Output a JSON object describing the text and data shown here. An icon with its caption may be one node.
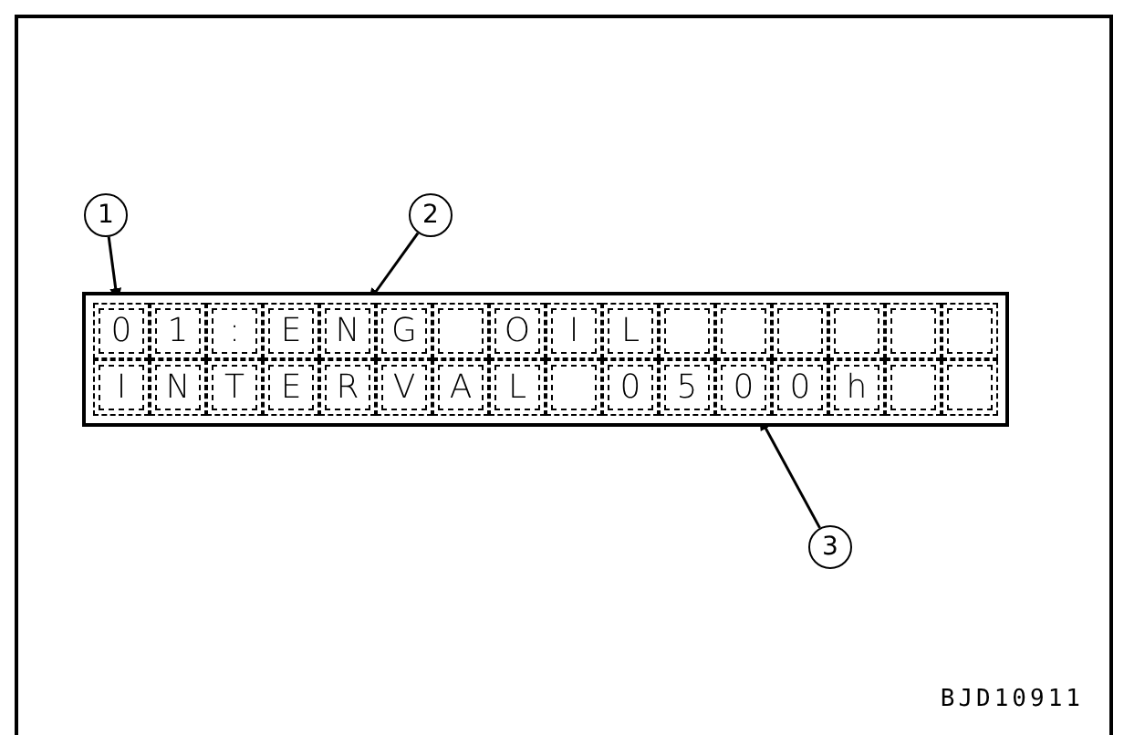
{
  "diagram": {
    "nodes": [
      {
        "text": [
          "1"
        ]
      },
      {
        "text": [
          "2"
        ]
      },
      {
        "text": [],
        "shape": "box"
      },
      {
        "text": [
          "0"
        ],
        "in": 2
      },
      {
        "text": [
          "1"
        ],
        "in": 2
      },
      {
        "text": [
          ":"
        ],
        "in": 2
      },
      {
        "text": [
          "E"
        ],
        "in": 2
      },
      {
        "text": [
          "N"
        ],
        "in": 2
      },
      {
        "text": [
          "G"
        ],
        "in": 2
      },
      {
        "text": [],
        "shape": "box",
        "in": 2
      },
      {
        "text": [
          "O"
        ],
        "in": 2
      },
      {
        "text": [
          "I"
        ],
        "in": 2
      },
      {
        "text": [
          "L"
        ],
        "in": 2
      },
      {
        "text": [],
        "shape": "box",
        "in": 2
      },
      {
        "text": [],
        "shape": "box",
        "in": 2
      },
      {
        "text": [],
        "shape": "box",
        "in": 2
      },
      {
        "text": [],
        "shape": "box",
        "in": 2
      },
      {
        "text": [],
        "shape": "box",
        "in": 2
      },
      {
        "text": [],
        "shape": "box",
        "in": 2
      },
      {
        "text": [
          "I"
        ],
        "in": 2
      },
      {
        "text": [
          "N"
        ],
        "in": 2
      },
      {
        "text": [
          "T"
        ],
        "in": 2
      },
      {
        "text": [
          "E"
        ],
        "in": 2
      },
      {
        "text": [
          "R"
        ],
        "in": 2
      },
      {
        "text": [
          "V"
        ],
        "in": 2
      },
      {
        "text": [
          "A"
        ],
        "in": 2
      },
      {
        "text": [
          "L"
        ],
        "in": 2
      },
      {
        "text": [],
        "shape": "box",
        "in": 2
      },
      {
        "text": [
          "0"
        ],
        "in": 2
      },
      {
        "text": [
          "5"
        ],
        "in": 2
      },
      {
        "text": [
          "0"
        ],
        "in": 2
      },
      {
        "text": [
          "0"
        ],
        "in": 2
      },
      {
        "text": [
          "h"
        ],
        "in": 2
      },
      {
        "text": [],
        "shape": "box",
        "in": 2
      },
      {
        "text": [],
        "shape": "box",
        "in": 2
      },
      {
        "text": [
          "3"
        ]
      }
    ],
    "edges": [
      {
        "from": 0,
        "to": 3,
        "arrow": "to"
      },
      {
        "from": 1,
        "to": 7,
        "arrow": "to"
      },
      {
        "from": 35,
        "to": 30,
        "arrow": "to"
      }
    ],
    "labels": [
      "BJD10911"
    ]
  }
}
